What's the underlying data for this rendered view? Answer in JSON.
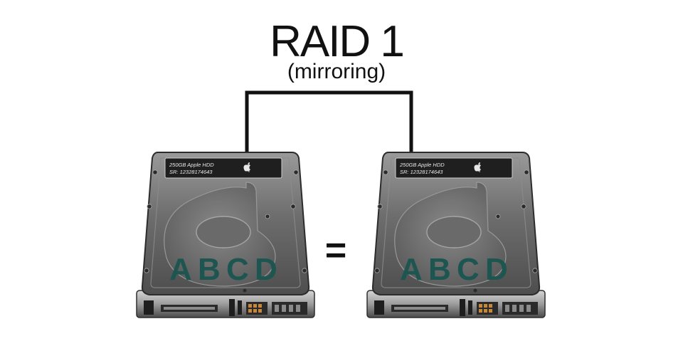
{
  "title": "RAID 1",
  "subtitle": "(mirroring)",
  "equals_sign": "=",
  "drives": [
    {
      "label_line1": "250GB Apple HDD",
      "label_line2": "SR: 12328174643",
      "logo": "apple-logo-icon",
      "letters": [
        "A",
        "B",
        "C",
        "D"
      ]
    },
    {
      "label_line1": "250GB Apple HDD",
      "label_line2": "SR: 12328174643",
      "logo": "apple-logo-icon",
      "letters": [
        "A",
        "B",
        "C",
        "D"
      ]
    }
  ],
  "colors": {
    "drive_body": "#6e6e6e",
    "drive_edge": "#3a3a3a",
    "letter": "#1d5550",
    "connector": "#111111",
    "background": "#ffffff"
  }
}
